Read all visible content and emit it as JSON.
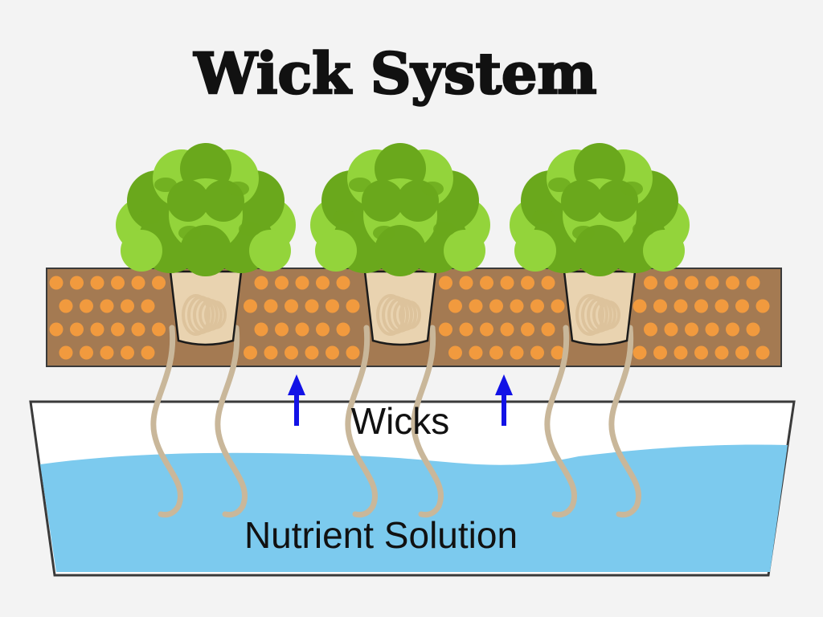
{
  "diagram": {
    "title": "Wick System",
    "labels": {
      "wicks": "Wicks",
      "nutrient_solution": "Nutrient Solution"
    },
    "plant_count": 3,
    "colors": {
      "background": "#f3f3f3",
      "medium": "#a47a52",
      "medium_dots": "#f19a3e",
      "leaf_dark": "#6aa81c",
      "leaf_light": "#93d43b",
      "root": "#ddc39c",
      "wick": "#c9b79a",
      "water": "#7ccaee",
      "arrow": "#1212e6",
      "outline": "#3a3a3a"
    }
  }
}
